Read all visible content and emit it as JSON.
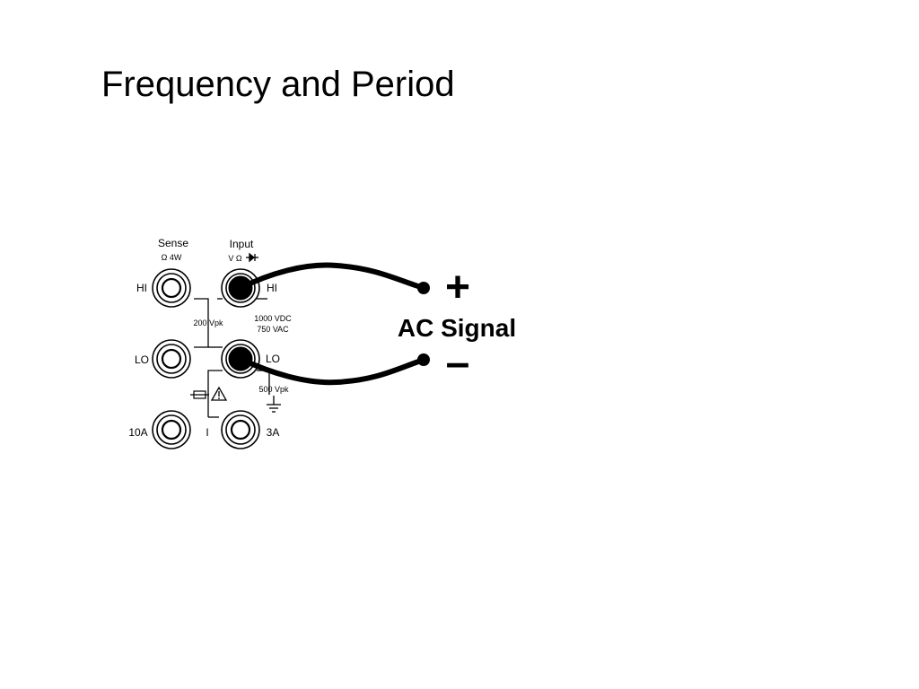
{
  "slide": {
    "title": "Frequency and Period"
  },
  "panel": {
    "sense_label": "Sense",
    "sense_sub": "Ω 4W",
    "input_label": "Input",
    "input_sub": "V Ω",
    "hi_left": "HI",
    "lo_left": "LO",
    "hi_right": "HI",
    "lo_right": "LO",
    "label_10a": "10A",
    "label_3a": "3A",
    "label_i": "I",
    "rating_200vpk": "200 Vpk",
    "rating_1000vdc": "1000 VDC",
    "rating_750vac": "750 VAC",
    "rating_500vpk": "500 Vpk"
  },
  "signal": {
    "label": "AC Signal",
    "plus": "+",
    "minus": "–"
  }
}
